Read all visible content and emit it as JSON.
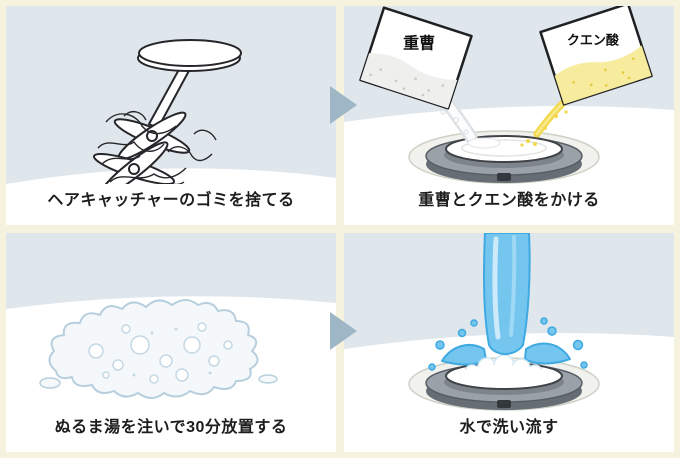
{
  "steps": [
    {
      "caption": "ヘアキャッチャーのゴミを捨てる",
      "illustration": "hair-catcher-with-hair"
    },
    {
      "caption": "重曹とクエン酸をかける",
      "illustration": "baking-soda-and-citric-acid-poured-on-drain"
    },
    {
      "caption": "ぬるま湯を注いで30分放置する",
      "illustration": "foam-puddle"
    },
    {
      "caption": "水で洗い流す",
      "illustration": "water-rinsing-drain"
    }
  ],
  "packet_labels": {
    "baking_soda": "重曹",
    "citric_acid": "クエン酸"
  },
  "colors": {
    "page_background": "#f5f2dd",
    "panel_background": "#dfe6ec",
    "floor": "#ffffff",
    "arrow": "#9fb6c6",
    "water_blue": "#74c6ef",
    "water_outline": "#3fa9e2",
    "citric_yellow": "#f2d84b",
    "drain_gray": "#9aa1a9",
    "caption_text": "#1d1d1d",
    "caption_background": "#ffffff"
  }
}
